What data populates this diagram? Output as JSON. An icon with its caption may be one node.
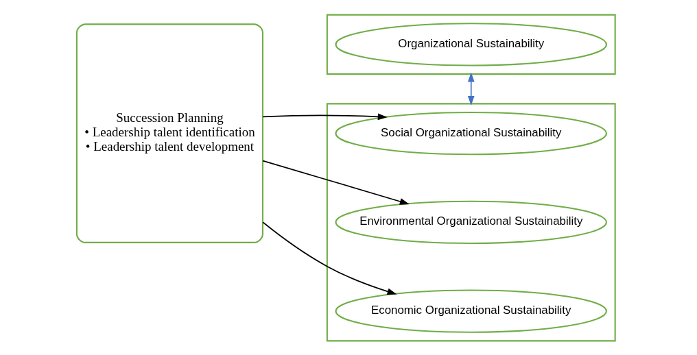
{
  "diagram": {
    "nodes": [
      {
        "text": [
          "Succession Planning",
          "• Leadership talent identification",
          "• Leadership talent development"
        ]
      },
      {
        "text": [],
        "shape": "box"
      },
      {
        "text": [
          "Organizational Sustainability"
        ],
        "in": 1
      },
      {
        "text": [],
        "shape": "box"
      },
      {
        "text": [
          "Social Organizational Sustainability"
        ],
        "in": 3
      },
      {
        "text": [
          "Environmental Organizational Sustainability"
        ],
        "in": 3
      },
      {
        "text": [
          "Economic Organizational Sustainability"
        ],
        "in": 3
      }
    ],
    "edges": [
      {
        "from": 0,
        "to": 4,
        "arrow": "to"
      },
      {
        "from": 0,
        "to": 5,
        "arrow": "to"
      },
      {
        "from": 0,
        "to": 6,
        "arrow": "to"
      },
      {
        "from": 1,
        "to": 3,
        "arrow": "both",
        "color": "#4472c4"
      }
    ]
  }
}
